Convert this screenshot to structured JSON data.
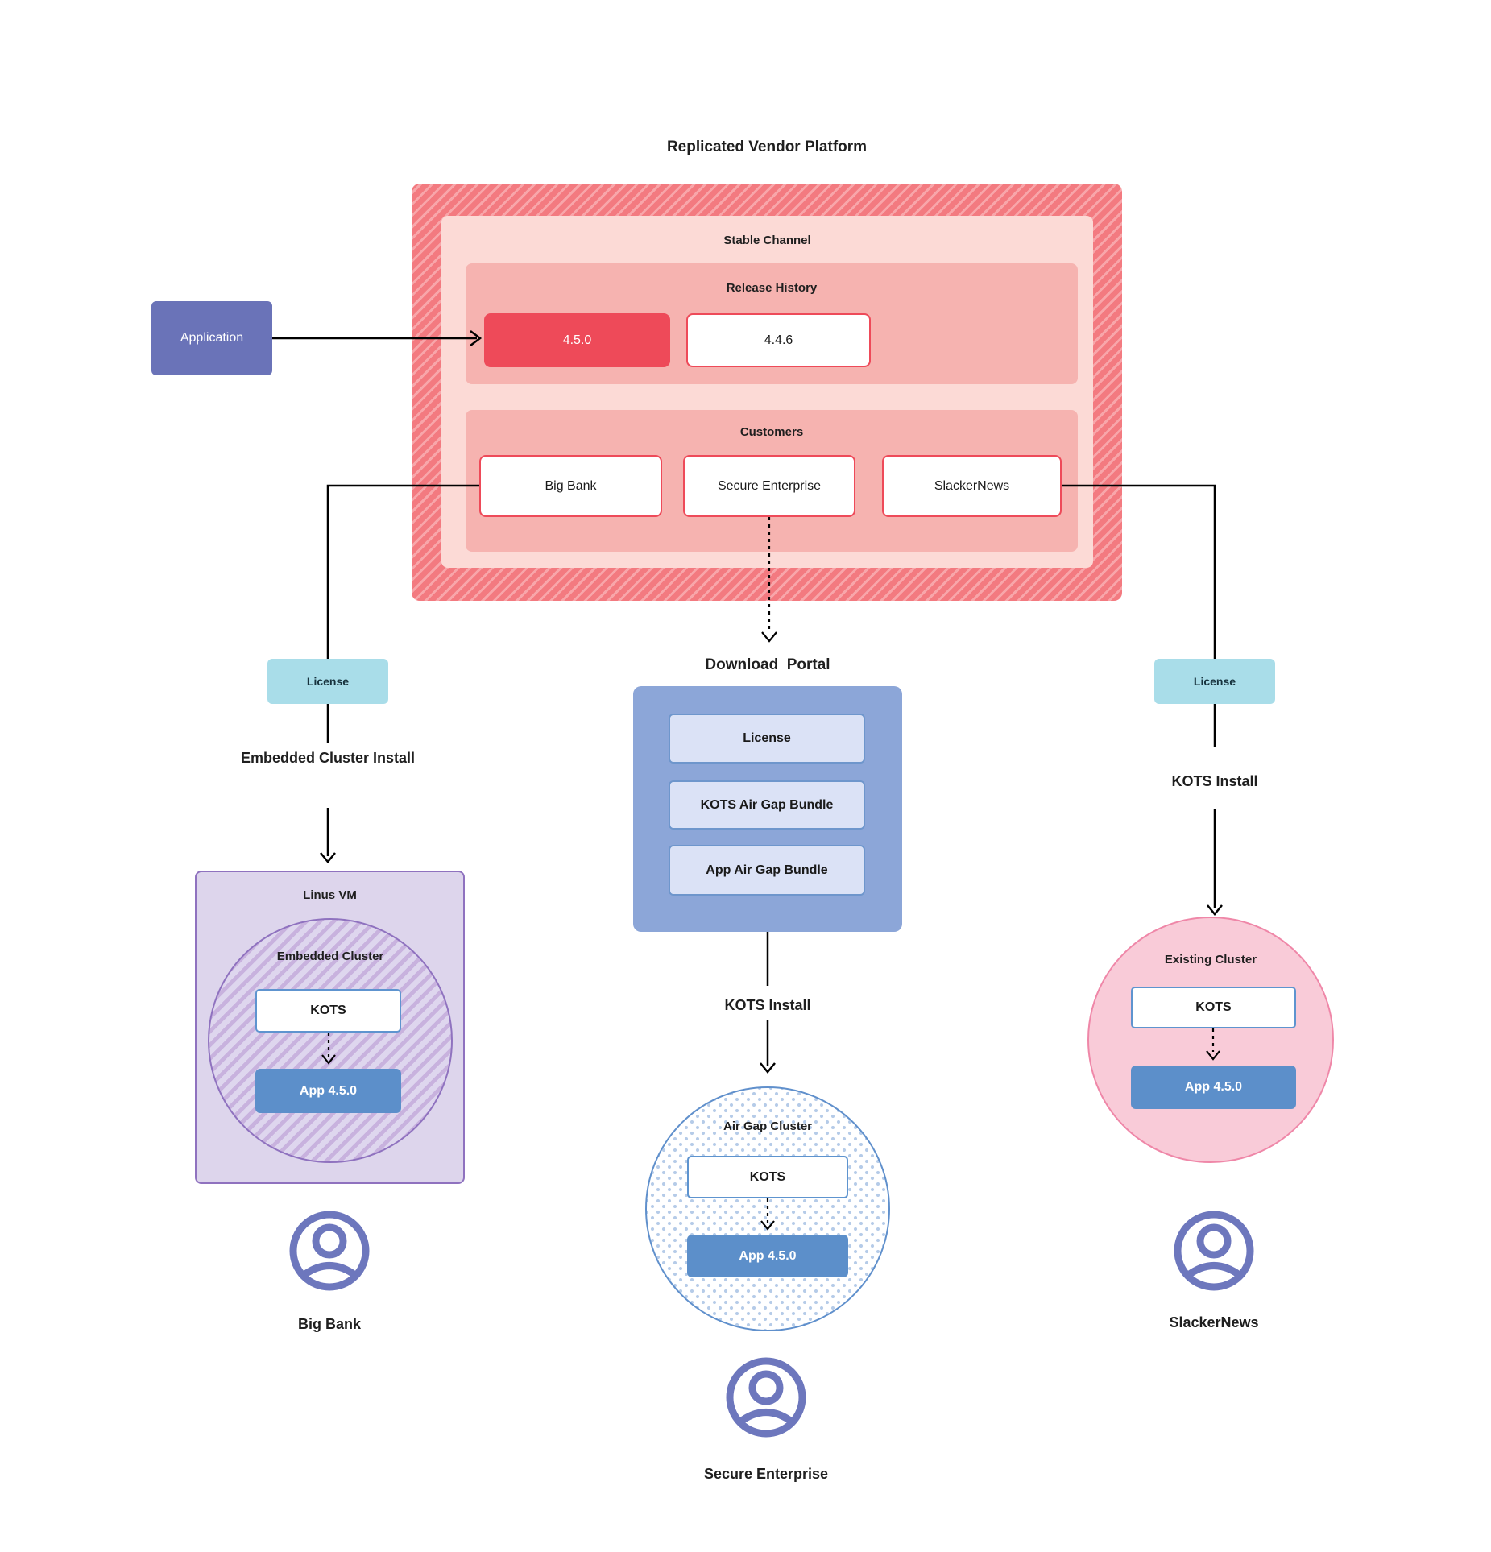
{
  "title": "Replicated Vendor Platform",
  "application": {
    "label": "Application"
  },
  "platform": {
    "stable_channel_heading": "Stable Channel",
    "release_history": {
      "heading": "Release History",
      "current_release": "4.5.0",
      "previous_release": "4.4.6"
    },
    "customers": {
      "heading": "Customers",
      "big_bank": "Big Bank",
      "secure_enterprise": "Secure Enterprise",
      "slackernews": "SlackerNews"
    }
  },
  "left_flow": {
    "license_label": "License",
    "install_label": "Embedded Cluster Install",
    "vm_heading": "Linus VM",
    "cluster_heading": "Embedded Cluster",
    "kots_label": "KOTS",
    "app_label": "App 4.5.0",
    "customer_label": "Big Bank"
  },
  "center_flow": {
    "portal_heading": "Download  Portal",
    "portal_items": [
      "License",
      "KOTS Air Gap Bundle",
      "App Air Gap Bundle"
    ],
    "install_label": "KOTS Install",
    "cluster_heading": "Air Gap Cluster",
    "kots_label": "KOTS",
    "app_label": "App 4.5.0",
    "customer_label": "Secure Enterprise"
  },
  "right_flow": {
    "license_label": "License",
    "install_label": "KOTS Install",
    "cluster_heading": "Existing Cluster",
    "kots_label": "KOTS",
    "app_label": "App 4.5.0",
    "customer_label": "SlackerNews"
  },
  "colors": {
    "platform_red": "#ee4a59",
    "platform_hatch_base": "#f37a80",
    "platform_hatch_stripe": "#f8a6aa",
    "stable_channel_bg": "#fcdad6",
    "section_pink_bg": "#f6b3b0",
    "application_purple": "#6a73b8",
    "license_cyan": "#a9dde9",
    "portal_blue": "#8ca6d8",
    "portal_item_bg": "#dbe2f6",
    "app_box_blue": "#5c8fca",
    "kots_border_blue": "#5e94cf",
    "vm_purple_bg": "#ddd5ec",
    "vm_purple_border": "#8f72bf",
    "airgap_border_blue": "#6090cc",
    "existing_pink_bg": "#f9cbd8",
    "existing_pink_border": "#ef87a8",
    "user_icon_purple": "#6d77bd",
    "connector_black": "#000000"
  }
}
